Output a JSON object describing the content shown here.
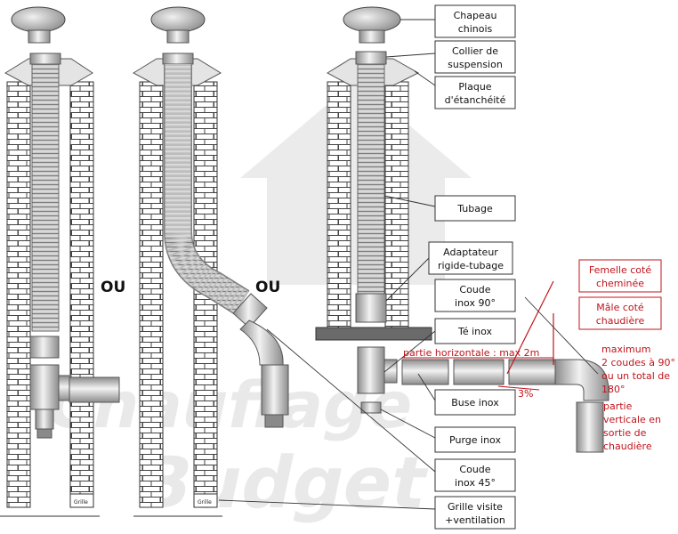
{
  "labels": {
    "chapeau": [
      "Chapeau",
      "chinois"
    ],
    "collier": [
      "Collier de",
      "suspension"
    ],
    "plaque": [
      "Plaque",
      "d'étanchéité"
    ],
    "tubage": [
      "Tubage"
    ],
    "adaptateur": [
      "Adaptateur",
      "rigide-tubage"
    ],
    "coude90": [
      "Coude",
      "inox 90°"
    ],
    "te": [
      "Té inox"
    ],
    "buse": [
      "Buse inox"
    ],
    "purge": [
      "Purge inox"
    ],
    "coude45": [
      "Coude",
      "inox 45°"
    ],
    "grille": [
      "Grille visite",
      "+ventilation"
    ]
  },
  "red_labels": {
    "femelle": [
      "Femelle coté",
      "cheminée"
    ],
    "male": [
      "Mâle coté",
      "chaudière"
    ]
  },
  "notes": {
    "horizontal": "partie horizontale : max 2m",
    "slope": "3%",
    "max_elbows": [
      "maximum",
      "2 coudes à 90°",
      "ou un total de",
      "180°"
    ],
    "vertical": [
      "partie",
      "verticale en",
      "sortie de",
      "chaudière"
    ]
  },
  "ou": [
    "OU",
    "OU"
  ],
  "grille_small": [
    "Grille",
    "Grille"
  ],
  "watermark": [
    "Chauffage",
    "Budget"
  ],
  "colors": {
    "accent_red": "#c0141b",
    "brick": "#8a8a8a",
    "pipe": "#b8b8b8"
  }
}
